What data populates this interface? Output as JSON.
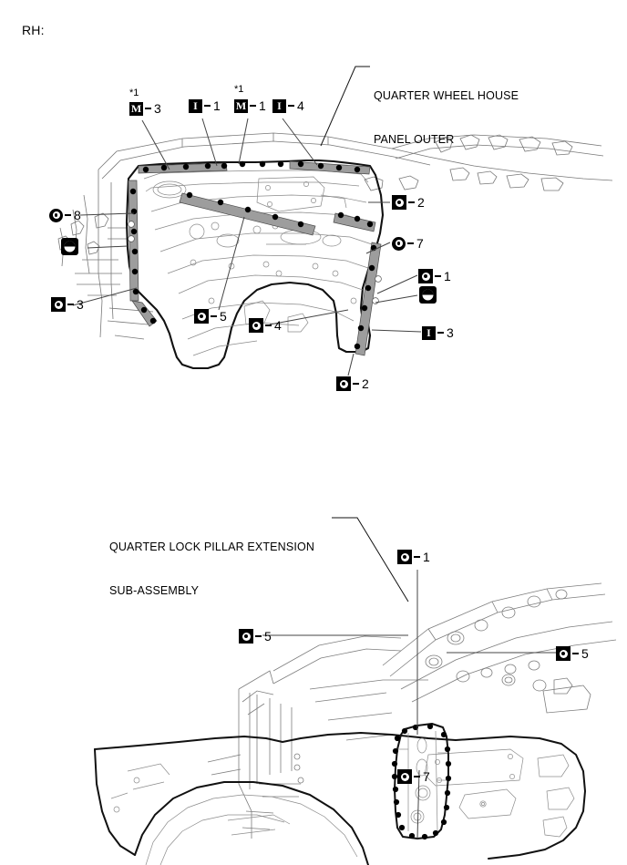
{
  "header": {
    "side_label": "RH:"
  },
  "figures": [
    {
      "id": "quarter-wheel-house-panel-outer",
      "caption": "QUARTER WHEEL HOUSE\nPANEL OUTER",
      "caption_line1": "QUARTER WHEEL HOUSE",
      "caption_line2": "PANEL OUTER"
    },
    {
      "id": "quarter-lock-pillar-extension-sub-assembly",
      "caption_line1": "QUARTER LOCK PILLAR EXTENSION",
      "caption_line2": "SUB-ASSEMBLY"
    }
  ],
  "callouts_top": [
    {
      "key": "m3",
      "icon": "letter-box-m",
      "letter": "M",
      "number": "3",
      "note": "*1"
    },
    {
      "key": "i1",
      "icon": "letter-box-i",
      "letter": "I",
      "number": "1",
      "note": ""
    },
    {
      "key": "m1",
      "icon": "letter-box-m",
      "letter": "M",
      "number": "1",
      "note": "*1"
    },
    {
      "key": "i4",
      "icon": "letter-box-i",
      "letter": "I",
      "number": "4",
      "note": ""
    },
    {
      "key": "c8",
      "icon": "circle-spot",
      "letter": "",
      "number": "8",
      "note": ""
    },
    {
      "key": "pin_left",
      "icon": "pinwheel-box",
      "letter": "",
      "number": "",
      "note": ""
    },
    {
      "key": "s3",
      "icon": "square-spot",
      "letter": "",
      "number": "3",
      "note": ""
    },
    {
      "key": "s2r",
      "icon": "square-spot",
      "letter": "",
      "number": "2",
      "note": ""
    },
    {
      "key": "c7",
      "icon": "circle-spot",
      "letter": "",
      "number": "7",
      "note": ""
    },
    {
      "key": "s1",
      "icon": "square-spot",
      "letter": "",
      "number": "1",
      "note": ""
    },
    {
      "key": "pin_right",
      "icon": "pinwheel-box",
      "letter": "",
      "number": "",
      "note": ""
    },
    {
      "key": "i3",
      "icon": "letter-box-i",
      "letter": "I",
      "number": "3",
      "note": ""
    },
    {
      "key": "s5",
      "icon": "square-spot",
      "letter": "",
      "number": "5",
      "note": ""
    },
    {
      "key": "s4",
      "icon": "square-spot",
      "letter": "",
      "number": "4",
      "note": ""
    },
    {
      "key": "s2b",
      "icon": "square-spot",
      "letter": "",
      "number": "2",
      "note": ""
    }
  ],
  "callouts_bottom": [
    {
      "key": "b1",
      "icon": "square-spot",
      "number": "1"
    },
    {
      "key": "b5l",
      "icon": "square-spot",
      "number": "5"
    },
    {
      "key": "b5r",
      "icon": "square-spot",
      "number": "5"
    },
    {
      "key": "b7",
      "icon": "square-spot",
      "number": "7"
    }
  ],
  "icon_names": {
    "square-spot": "weld-spot-square-icon",
    "circle-spot": "weld-spot-circle-icon",
    "letter-box-m": "marker-box-m-icon",
    "letter-box-i": "marker-box-i-icon",
    "pinwheel-box": "pinwheel-marker-icon"
  },
  "colors": {
    "ink": "#000000",
    "paper": "#ffffff",
    "weld_band": "#9a9a9a",
    "thin_line": "#6e6e6e",
    "leader": "#555555"
  }
}
